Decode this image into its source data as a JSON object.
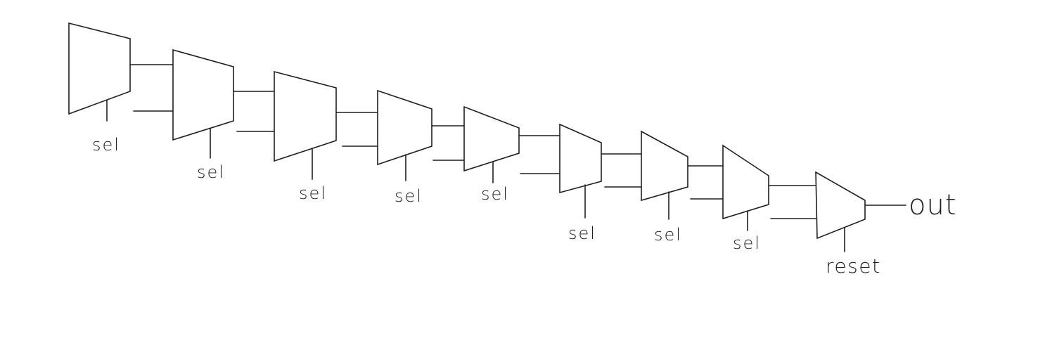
{
  "diagram": {
    "mux_chain": [
      {
        "control_label": "sel"
      },
      {
        "control_label": "sel"
      },
      {
        "control_label": "sel"
      },
      {
        "control_label": "sel"
      },
      {
        "control_label": "sel"
      },
      {
        "control_label": "sel"
      },
      {
        "control_label": "sel"
      },
      {
        "control_label": "sel"
      },
      {
        "control_label": "reset"
      }
    ],
    "output_label": "out",
    "colors": {
      "stroke": "#1f1f1f",
      "background": "#ffffff"
    }
  }
}
